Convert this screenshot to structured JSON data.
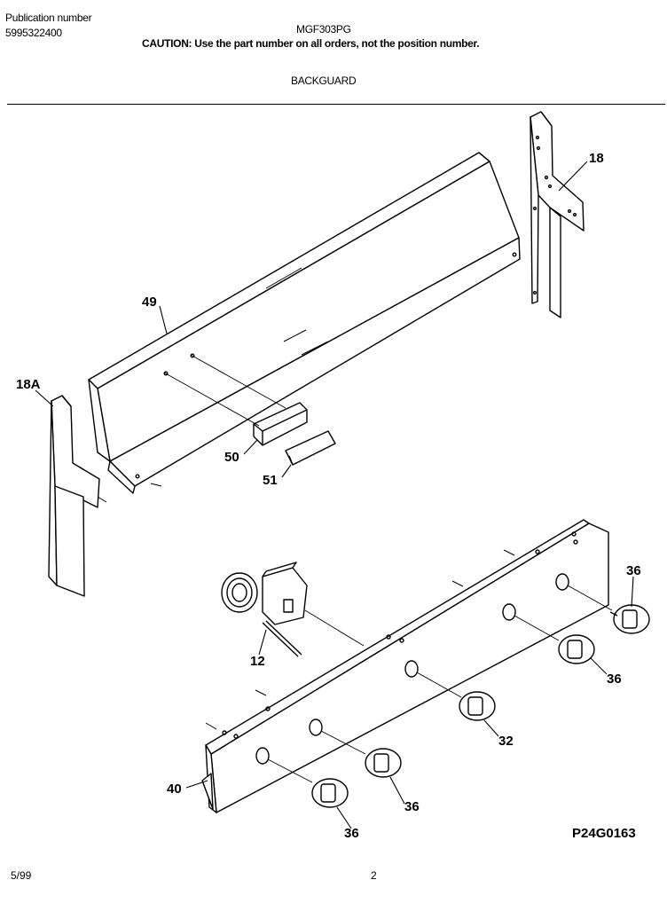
{
  "header": {
    "pub_label": "Publication number",
    "pub_number": "5995322400",
    "model": "MGF303PG",
    "caution": "CAUTION:  Use the part number on all orders, not the position number.",
    "section": "BACKGUARD"
  },
  "callouts": {
    "c18": "18",
    "c18a": "18A",
    "c49": "49",
    "c50": "50",
    "c51": "51",
    "c12": "12",
    "c40": "40",
    "c36a": "36",
    "c36b": "36",
    "c36c": "36",
    "c36d": "36",
    "c32": "32"
  },
  "footer": {
    "date": "5/99",
    "page": "2",
    "drawing_code": "P24G0163"
  }
}
